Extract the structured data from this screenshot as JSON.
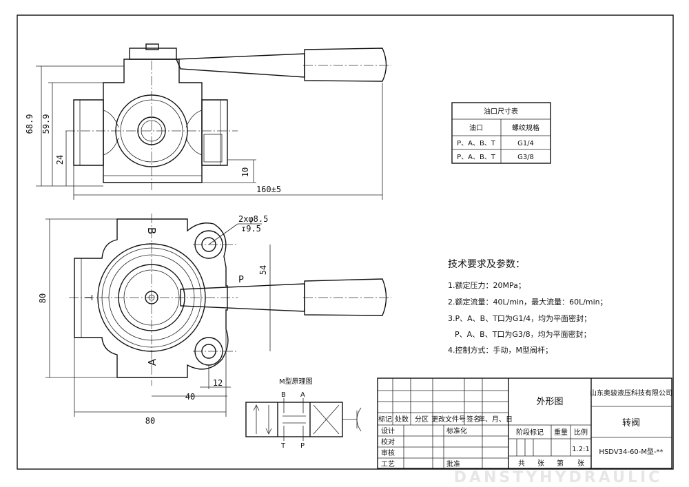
{
  "top_view": {
    "dim_height_total": "68.9",
    "dim_height_port_upper": "59.9",
    "dim_height_port_lower": "24",
    "dim_small": "10",
    "dim_length": "160±5"
  },
  "port_table": {
    "title": "油口尺寸表",
    "col_port": "油口",
    "col_thread": "螺纹规格",
    "rows": [
      {
        "port": "P、A、B、T",
        "thread": "G1/4"
      },
      {
        "port": "P、A、B、T",
        "thread": "G3/8"
      }
    ]
  },
  "front_view": {
    "hole_callout": "2xφ8.5",
    "hole_depth": "↧9.5",
    "dim_54": "54",
    "dim_80_v": "80",
    "dim_12": "12",
    "dim_40": "40",
    "dim_80_h": "80",
    "port_B": "B",
    "port_P": "P",
    "port_T": "T",
    "port_A": "A"
  },
  "tech": {
    "heading": "技术要求及参数：",
    "items": [
      "1.额定压力：20MPa；",
      "2.额定流量：40L/min，最大流量：60L/min；",
      "3.P、A、B、T口为G1/4，均为平面密封；",
      "P、A、B、T口为G3/8，均为平面密封；",
      "4.控制方式：手动，M型阀杆；"
    ]
  },
  "schematic": {
    "title": "M型原理图",
    "B": "B",
    "A": "A",
    "T": "T",
    "P": "P"
  },
  "title_block": {
    "drawing_name": "外形图",
    "company": "山东奥骏液压科技有限公司",
    "part_name": "转阀",
    "part_no": "HSDV34-60-M型-**",
    "h_mark": "标记",
    "h_count": "处数",
    "h_zone": "分区",
    "h_doc": "更改文件号",
    "h_sign": "签名",
    "h_date": "年、月、日",
    "r_design": "设计",
    "r_std": "标准化",
    "r_check": "校对",
    "r_review": "审核",
    "r_process": "工艺",
    "r_approve": "批准",
    "h_stage": "阶段标记",
    "h_weight": "重量",
    "h_scale": "比例",
    "scale": "1.2:1",
    "total": "共",
    "sheets": "张",
    "page": "第",
    "sheet": "张"
  },
  "watermark": "DANSTYHYDRAULIC"
}
